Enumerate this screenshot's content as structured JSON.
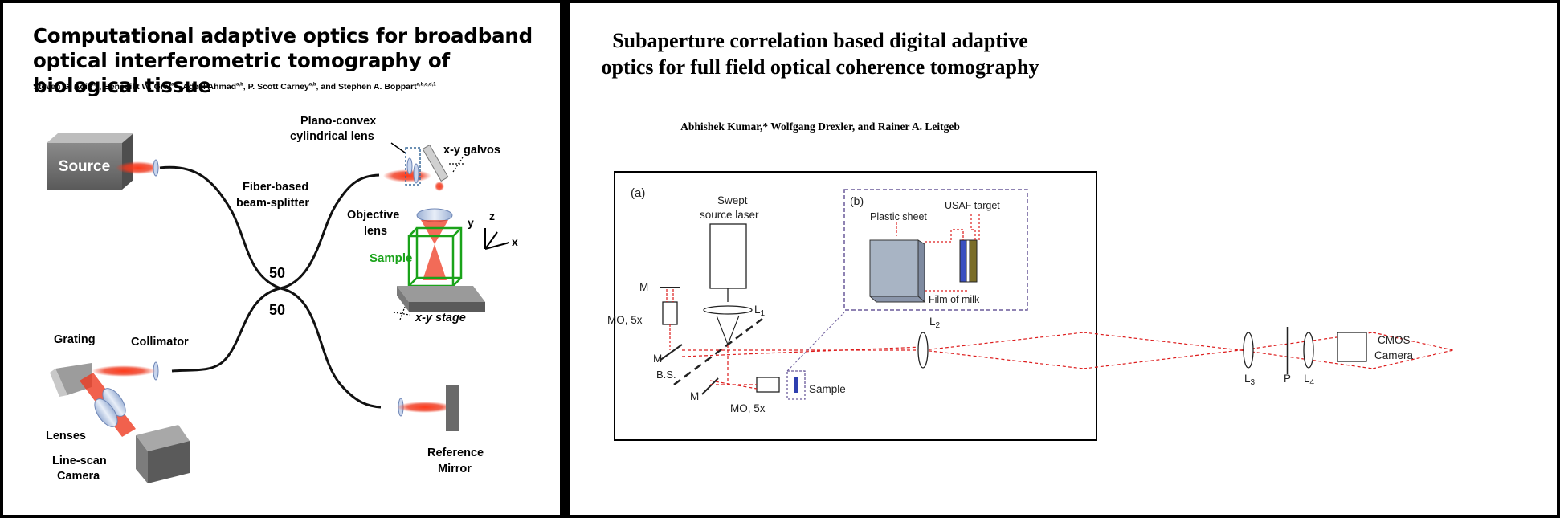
{
  "left_paper": {
    "title": "Computational adaptive optics for broadband optical interferometric tomography of biological tissue",
    "authors": "Steven G. Adie, Benedikt W. Graf, Adeel Ahmad, P. Scott Carney, and Stephen A. Boppart",
    "author_affils": [
      "a,b",
      "a,b",
      "a,b",
      "a,b",
      "a,b,c,d,1"
    ],
    "figure": {
      "source": "Source",
      "fiber_splitter": [
        "Fiber-based",
        "beam-splitter"
      ],
      "ratio_top": "50",
      "ratio_bottom": "50",
      "cyl_lens": [
        "Plano-convex",
        "cylindrical lens"
      ],
      "galvos": "x-y galvos",
      "objective": [
        "Objective",
        "lens"
      ],
      "sample": "Sample",
      "stage": "x-y stage",
      "axis_x": "x",
      "axis_y": "y",
      "axis_z": "z",
      "grating": "Grating",
      "collimator": "Collimator",
      "lenses": "Lenses",
      "camera": [
        "Line-scan",
        "Camera"
      ],
      "reference": [
        "Reference",
        "Mirror"
      ],
      "colors": {
        "beam": "#e8301a",
        "sample": "#1aa31a",
        "box": "#6e6e6e",
        "fiber": "#111111"
      }
    }
  },
  "right_paper": {
    "title": "Subaperture correlation based digital adaptive optics for full field optical coherence tomography",
    "authors": "Abhishek Kumar,* Wolfgang Drexler, and Rainer A. Leitgeb",
    "figure": {
      "panel_a": "(a)",
      "panel_b": "(b)",
      "laser": [
        "Swept",
        "source laser"
      ],
      "m_top": "M",
      "mo_top": "MO, 5x",
      "m_mid": "M",
      "bs": "B.S.",
      "m_bot": "M",
      "mo_bot": "MO, 5x",
      "sample": "Sample",
      "l1": "L",
      "l1_sub": "1",
      "l2": "L",
      "l2_sub": "2",
      "l3": "L",
      "l3_sub": "3",
      "p": "P",
      "l4": "L",
      "l4_sub": "4",
      "camera": [
        "CMOS",
        "Camera"
      ],
      "plastic_sheet": "Plastic sheet",
      "usaf": "USAF target",
      "film": "Film of milk",
      "colors": {
        "beam": "#dd1c1c",
        "inset_border": "#6a5a9a",
        "sample": "#2e3fb0",
        "film": "#7a6d28"
      }
    }
  }
}
